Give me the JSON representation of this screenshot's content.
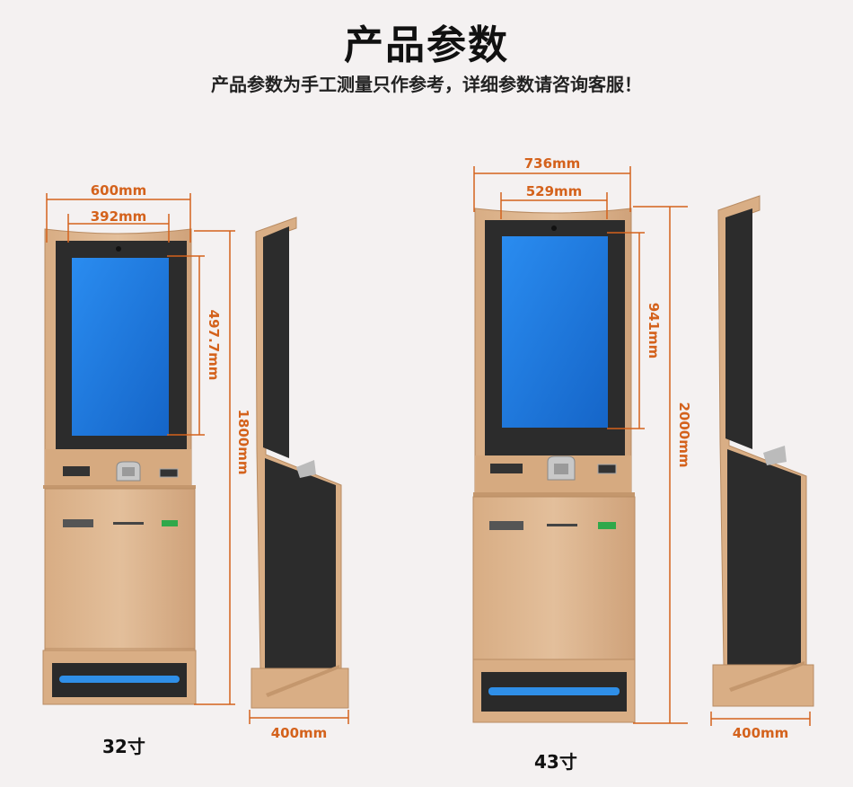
{
  "header": {
    "title": "产品参数",
    "subtitle": "产品参数为手工测量只作参考，详细参数请咨询客服！"
  },
  "models": [
    {
      "size_label": "32寸",
      "dimensions": {
        "width": "600mm",
        "screen_width": "392mm",
        "screen_height": "497.7mm",
        "height": "1800mm",
        "depth": "400mm"
      }
    },
    {
      "size_label": "43寸",
      "dimensions": {
        "width": "736mm",
        "screen_width": "529mm",
        "screen_height": "941mm",
        "height": "2000mm",
        "depth": "400mm"
      }
    }
  ],
  "colors": {
    "body": "#dcb28a",
    "body_dark": "#c79c72",
    "frame": "#2e2e2e",
    "screen": "#1f7fe0",
    "dimension": "#d4621c",
    "slot_green": "#2fa84a",
    "strip_blue": "#2f8fe8"
  }
}
